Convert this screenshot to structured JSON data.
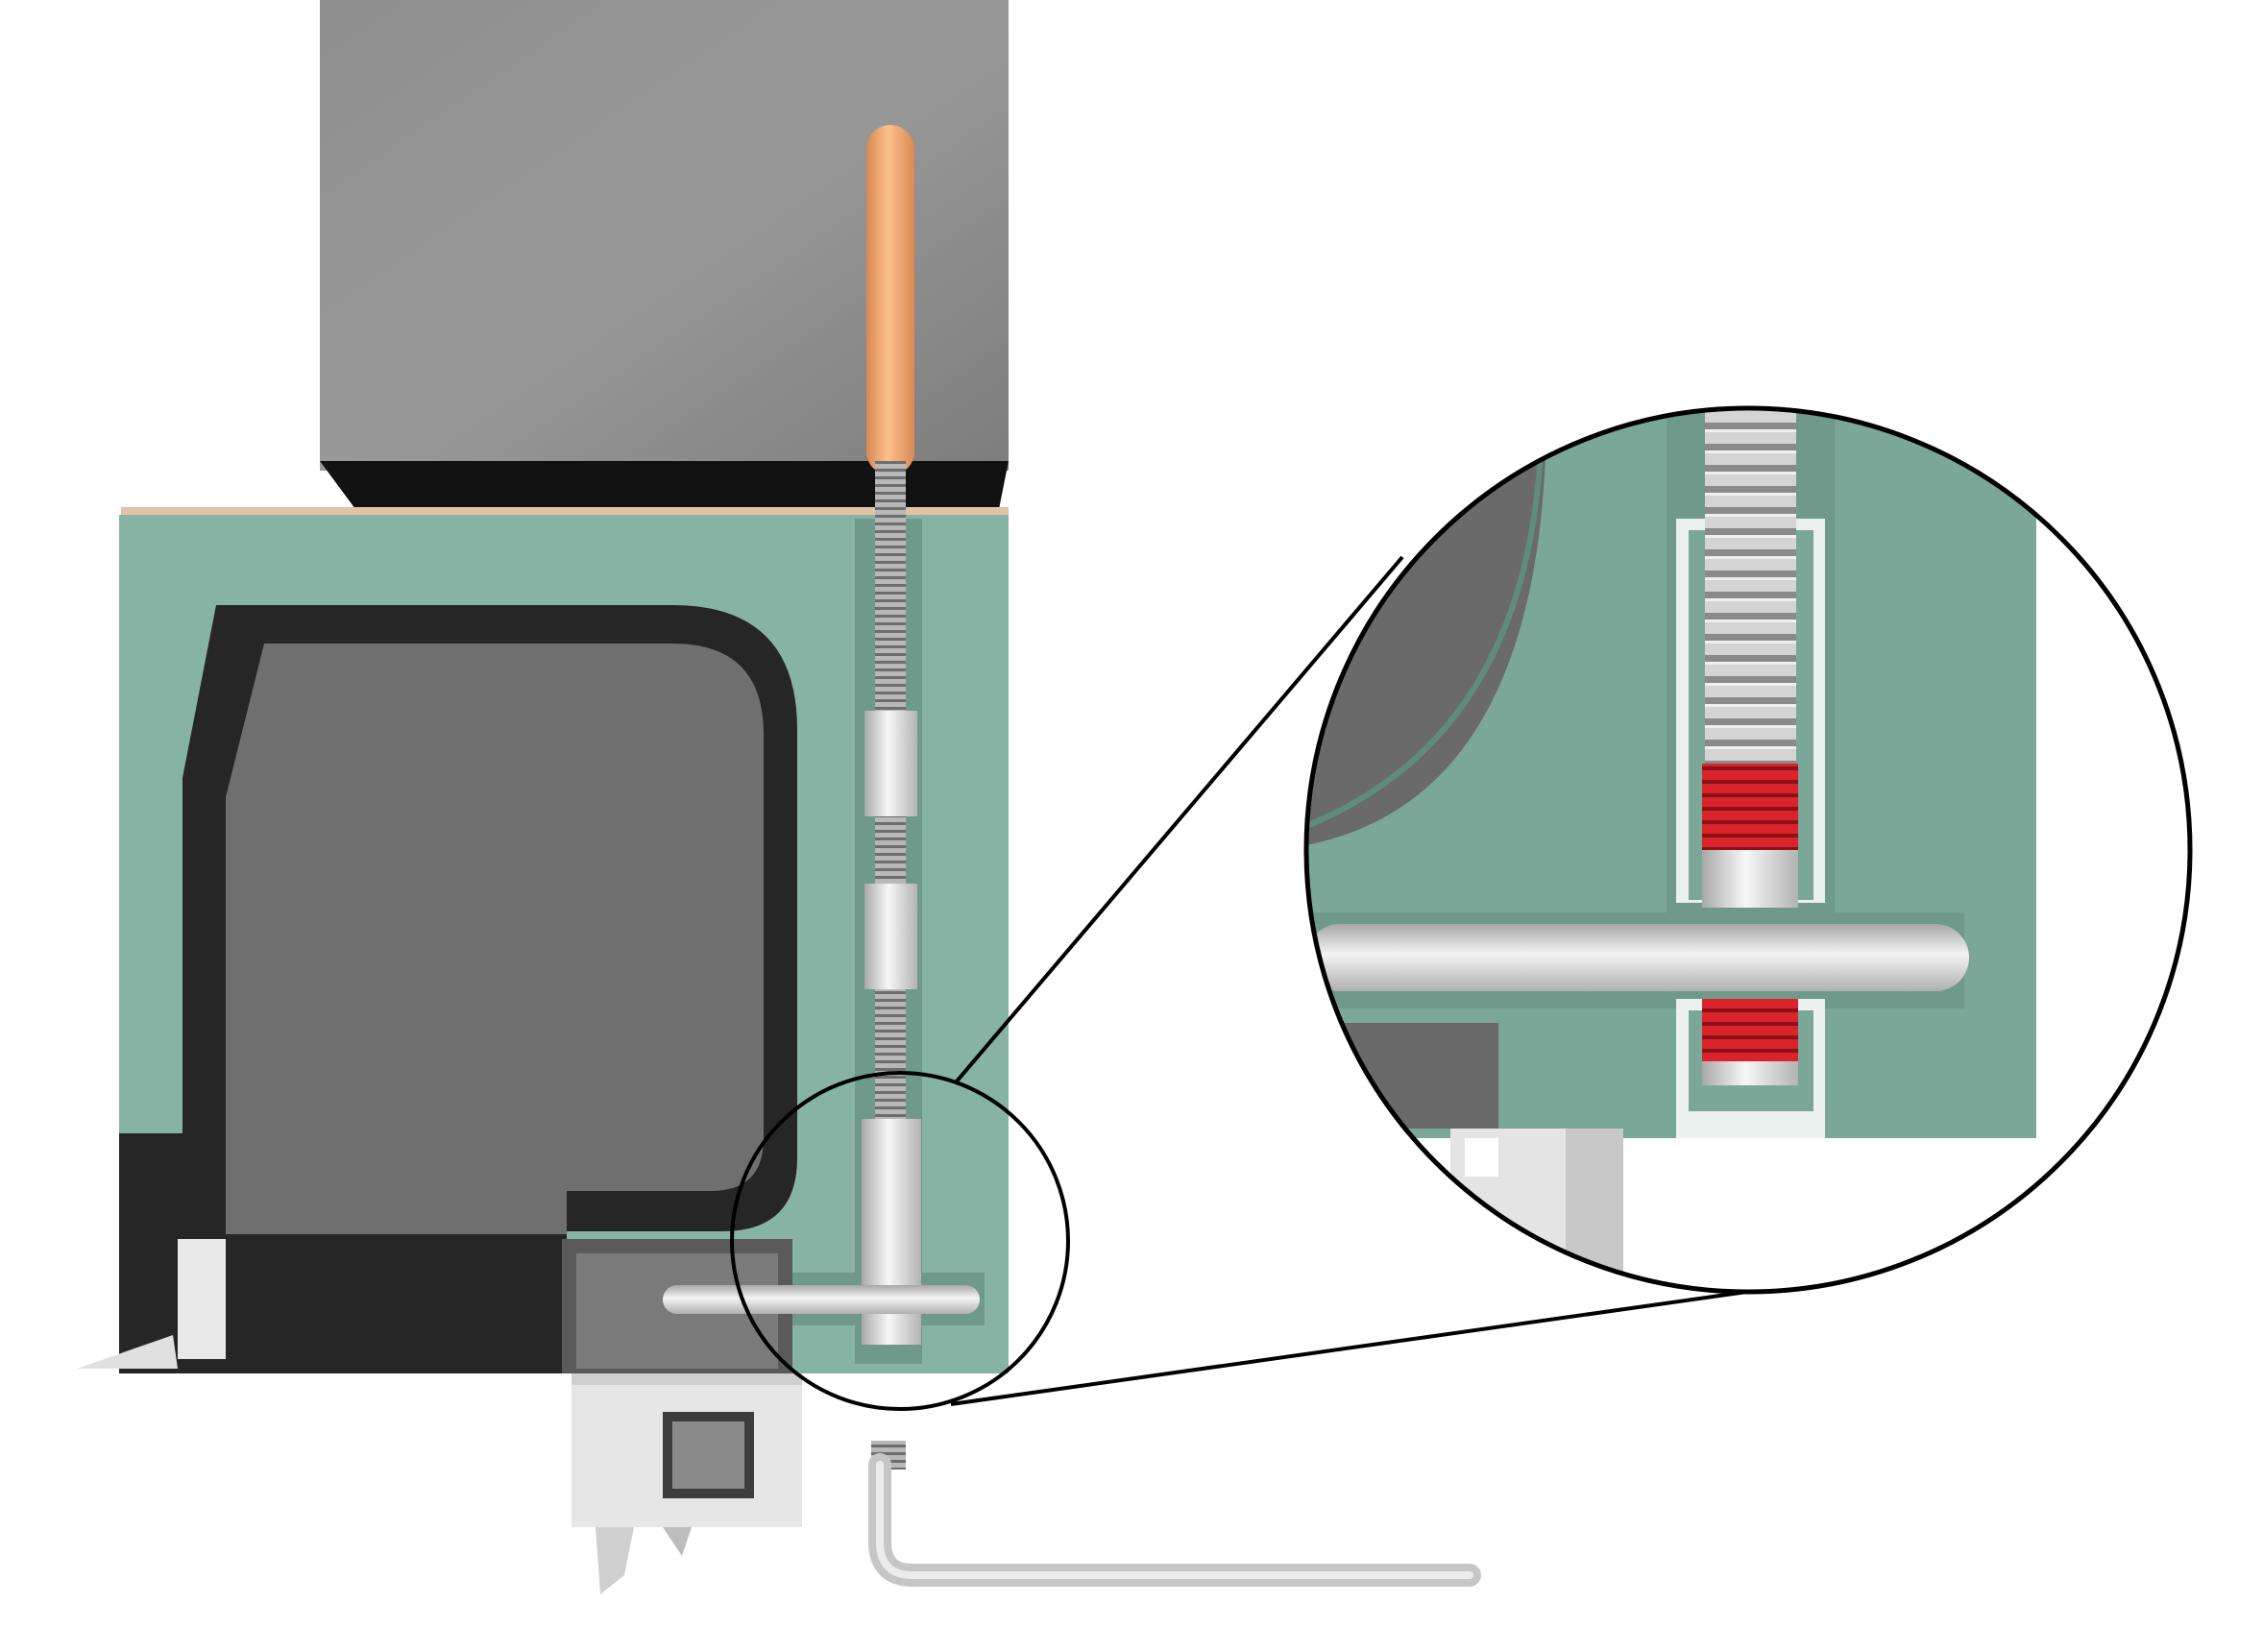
{
  "diagram": {
    "colors": {
      "body": "#87b3a4",
      "body_zoom": "#7ba798",
      "cavity": "#6e6e6e",
      "cavity_dark": "#2a2a2a",
      "block": "#8c8c8c",
      "rod_orange": "#f2ab74",
      "metal": "#d7d7d7",
      "thread_lock": "#cc1f24",
      "outline": "#000000"
    },
    "parts": [
      "steel-block",
      "orange-guide-rod",
      "threaded-rod",
      "cross-pin",
      "set-screw",
      "hex-key",
      "mount-clip",
      "green-housing",
      "detail-magnifier"
    ]
  }
}
